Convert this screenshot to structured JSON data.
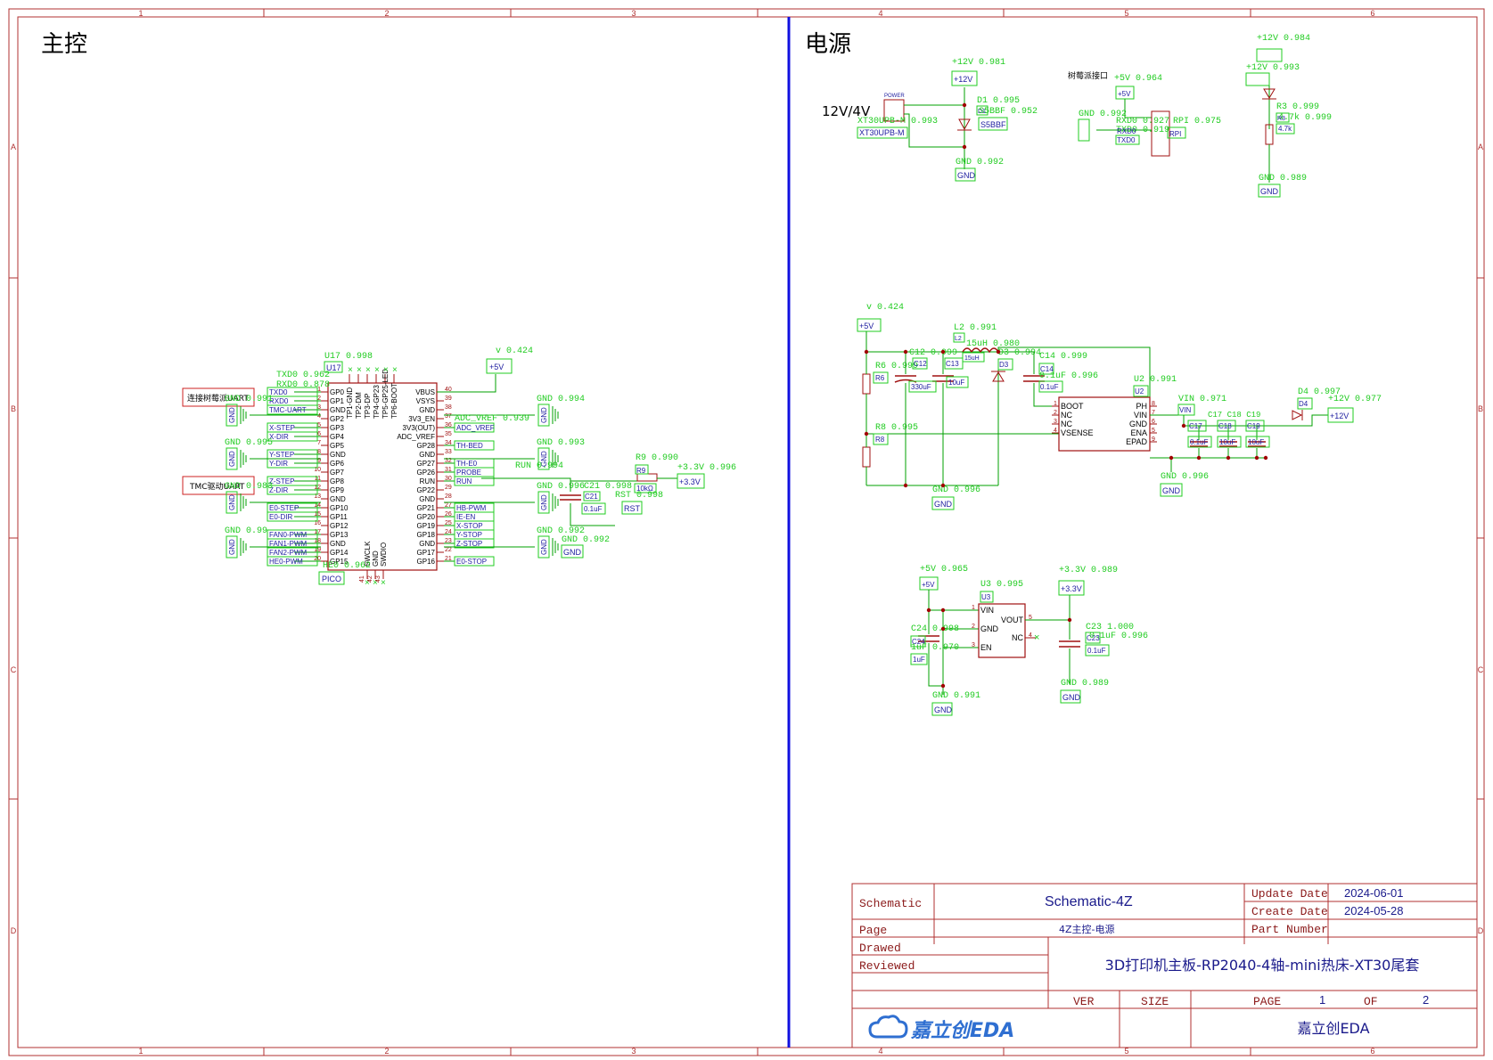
{
  "sections": {
    "main_title": "主控",
    "power_title": "电源"
  },
  "zones": {
    "cols": [
      "1",
      "2",
      "3",
      "4",
      "5",
      "6"
    ],
    "rows": [
      "A",
      "B",
      "C",
      "D"
    ]
  },
  "title_block": {
    "schematic_label": "Schematic",
    "schematic_value": "Schematic-4Z",
    "page_label": "Page",
    "page_value": "4Z主控-电源",
    "drawed_label": "Drawed",
    "reviewed_label": "Reviewed",
    "update_label": "Update Date",
    "update_value": "2024-06-01",
    "create_label": "Create Date",
    "create_value": "2024-05-28",
    "part_label": "Part Number",
    "project": "3D打印机主板-RP2040-4轴-mini热床-XT30尾套",
    "ver_label": "VER",
    "size_label": "SIZE",
    "pagenum_label": "PAGE",
    "pagenum_value": "1",
    "of_label": "OF",
    "of_value": "2",
    "company": "嘉立创EDA",
    "logo_text": "嘉立创EDA"
  },
  "main": {
    "u17_label": "U17 0.998",
    "u17_ref": "U17",
    "pico_ref": "PICO",
    "conn_rpi": "连接树莓派UART",
    "conn_tmc": "TMC驱动UART",
    "txd0": "TXD0 0.962",
    "rxd0": "RXD0 0.878",
    "left_pins": [
      "GP0",
      "GP1",
      "GND",
      "GP2",
      "GP3",
      "GP4",
      "GP5",
      "GND",
      "GP6",
      "GP7",
      "GP8",
      "GP9",
      "GND",
      "GP10",
      "GP11",
      "GP12",
      "GP13",
      "GND",
      "GP14",
      "GP15"
    ],
    "left_nums": [
      "1",
      "2",
      "3",
      "4",
      "5",
      "6",
      "7",
      "8",
      "9",
      "10",
      "11",
      "12",
      "13",
      "14",
      "15",
      "16",
      "17",
      "18",
      "19",
      "20"
    ],
    "right_pins": [
      "VBUS",
      "VSYS",
      "GND",
      "3V3_EN",
      "3V3(OUT)",
      "ADC_VREF",
      "GP28",
      "GND",
      "GP27",
      "GP26",
      "RUN",
      "GP22",
      "GND",
      "GP21",
      "GP20",
      "GP19",
      "GP18",
      "GND",
      "GP17",
      "GP16"
    ],
    "right_nums": [
      "40",
      "39",
      "38",
      "37",
      "36",
      "35",
      "34",
      "33",
      "32",
      "31",
      "30",
      "29",
      "28",
      "27",
      "26",
      "25",
      "24",
      "23",
      "22",
      "21"
    ],
    "top_pins": [
      "TP1-GND",
      "TP2-DM",
      "TP3-DP",
      "TP4-GP23",
      "TP5-GP25-LED",
      "TP6-BOOT"
    ],
    "bottom_pins": [
      "SWCLK",
      "GND",
      "SWDIO"
    ],
    "bottom_nums": [
      "41",
      "42",
      "43"
    ],
    "left_nets": [
      "TXD0",
      "RXD0",
      "TMC-UART",
      "",
      "X-STEP",
      "X-DIR",
      "",
      "Y-STEP",
      "Y-DIR",
      "",
      "Z-STEP",
      "Z-DIR",
      "",
      "E0-STEP",
      "E0-DIR",
      "",
      "FAN0-PWM",
      "FAN1-PWM",
      "FAN2-PWM",
      "HE0-PWM"
    ],
    "right_nets": [
      "",
      "",
      "",
      "",
      "ADC_VREF",
      "",
      "TH-BED",
      "",
      "TH-E0",
      "PROBE",
      "RUN",
      "",
      "",
      "HB-PWM",
      "IE-EN",
      "X-STOP",
      "Y-STOP",
      "Z-STOP",
      "",
      "E0-STOP"
    ],
    "gnd": "GND",
    "gnd_labels": [
      "GND 0.991",
      "GND 0.995",
      "GND 0.983",
      "GND 0.99",
      "GND 0.994",
      "GND 0.993",
      "GND 0.996",
      "GND 0.992"
    ],
    "v5_top": "v 0.424",
    "v5_ref": "+5V",
    "adc_label": "ADC_VREF 0.939",
    "run_label": "RUN 0.994",
    "r9_label": "R9 0.990",
    "r9_ref": "R9",
    "r9_val": "10kΩ",
    "v33_label": "+3.3V 0.996",
    "v33_ref": "+3.3V",
    "c21_label": "C21 0.998",
    "c21_ref": "C21",
    "c21_val": "0.1uF",
    "rst": "RST",
    "rst_label": "RST 0.998",
    "he0_label": "HE0 0.962"
  },
  "power": {
    "v12_label": "+12V 0.981",
    "v12_ref": "+12V",
    "v12_text": "12V/4V",
    "xt30_label": "XT30UPB-M 0.993",
    "xt30_ref": "XT30UPB-M",
    "power_tag": "POWER",
    "d1_label": "D1 0.995",
    "d1_ref": "D1",
    "s5bbf_label": "S5BBF 0.952",
    "s5bbf_ref": "S5BBF",
    "gnd": "GND",
    "gnd1": "GND 0.992",
    "rpi_title": "树莓派接口",
    "rpi_v5": "+5V 0.964",
    "rpi_v5_ref": "+5V",
    "rpi_gnd": "GND 0.992",
    "rpi_rxd": "RXD0 0.927",
    "rpi_txd": "TXD0 0.919",
    "rpi_ref": "RPI",
    "rpi_label": "RPI 0.975",
    "rxd_ref": "RXD0",
    "txd_ref": "TXD0",
    "led_v12a": "+12V 0.984",
    "led_v12b": "+12V 0.993",
    "r3_label": "R3 0.999",
    "r3_ref": "R3",
    "r3_val": "4.7k",
    "r3_val_label": "4.7k 0.999",
    "led_gnd": "GND 0.989",
    "buck_v5": "v 0.424",
    "buck_v5_ref": "+5V",
    "l2_label": "L2 0.991",
    "l2_ref": "L2",
    "l2_val": "15uH",
    "l2_val_label": "15uH 0.980",
    "d3_label": "D3 0.994",
    "d3_ref": "D3",
    "c12_label": "C12 0.999",
    "c12_ref": "C12",
    "c12_val": "330uF",
    "c13_ref": "C13",
    "c13_val": "10uF",
    "c14_label": "C14 0.999",
    "c14_ref": "C14",
    "c14_val": "0.1uF",
    "c14_val_label": "0.1uF 0.996",
    "r6_label": "R6 0.999",
    "r6_ref": "R6",
    "r8_label": "R8 0.995",
    "r8_ref": "R8",
    "u2_label": "U2 0.991",
    "u2_ref": "U2",
    "u2_left": [
      "BOOT",
      "NC",
      "NC",
      "VSENSE"
    ],
    "u2_right": [
      "PH",
      "VIN",
      "GND",
      "ENA",
      "EPAD"
    ],
    "u2_nums_l": [
      "1",
      "2",
      "3",
      "4"
    ],
    "u2_nums_r": [
      "8",
      "7",
      "6",
      "5",
      "9"
    ],
    "vin_label": "VIN 0.971",
    "vin_ref": "VIN",
    "c17_ref": "C17",
    "c18_ref": "C18",
    "c19_ref": "C19",
    "c17_val": "0.1uF",
    "c18_val": "10uF",
    "c19_val": "10uF",
    "c_row_label": "C17 C18 C19",
    "d4_label": "D4 0.997",
    "d4_ref": "D4",
    "d4_v12": "+12V 0.977",
    "d4_v12_ref": "+12V",
    "buck_gnd1": "GND 0.996",
    "buck_gnd2": "GND 0.996",
    "ldo_v5": "+5V 0.965",
    "ldo_v5_ref": "+5V",
    "u3_label": "U3 0.995",
    "u3_ref": "U3",
    "u3_left": [
      "VIN",
      "GND",
      "EN"
    ],
    "u3_right": [
      "VOUT",
      "NC"
    ],
    "u3_nums_l": [
      "1",
      "2",
      "3"
    ],
    "u3_nums_r": [
      "5",
      "4"
    ],
    "ldo_v33": "+3.3V 0.989",
    "ldo_v33_ref": "+3.3V",
    "c23_label": "C23 1.000",
    "c23_ref": "C23",
    "c23_val": "0.1uF",
    "c23_val_label": "0.1uF 0.996",
    "c24_label": "C24 0.998",
    "c24_ref": "C24",
    "c24_val": "1uF",
    "c24_val_label": "1uF 0.970",
    "ldo_gnd1": "GND 0.991",
    "ldo_gnd2": "GND 0.989"
  },
  "colors": {
    "border": "#b03030",
    "wire": "#00a000",
    "net_label": "#2020a0",
    "component": "#a01010",
    "junction": "#a00000",
    "detect": "#22cc22",
    "divider": "#1010e0"
  }
}
